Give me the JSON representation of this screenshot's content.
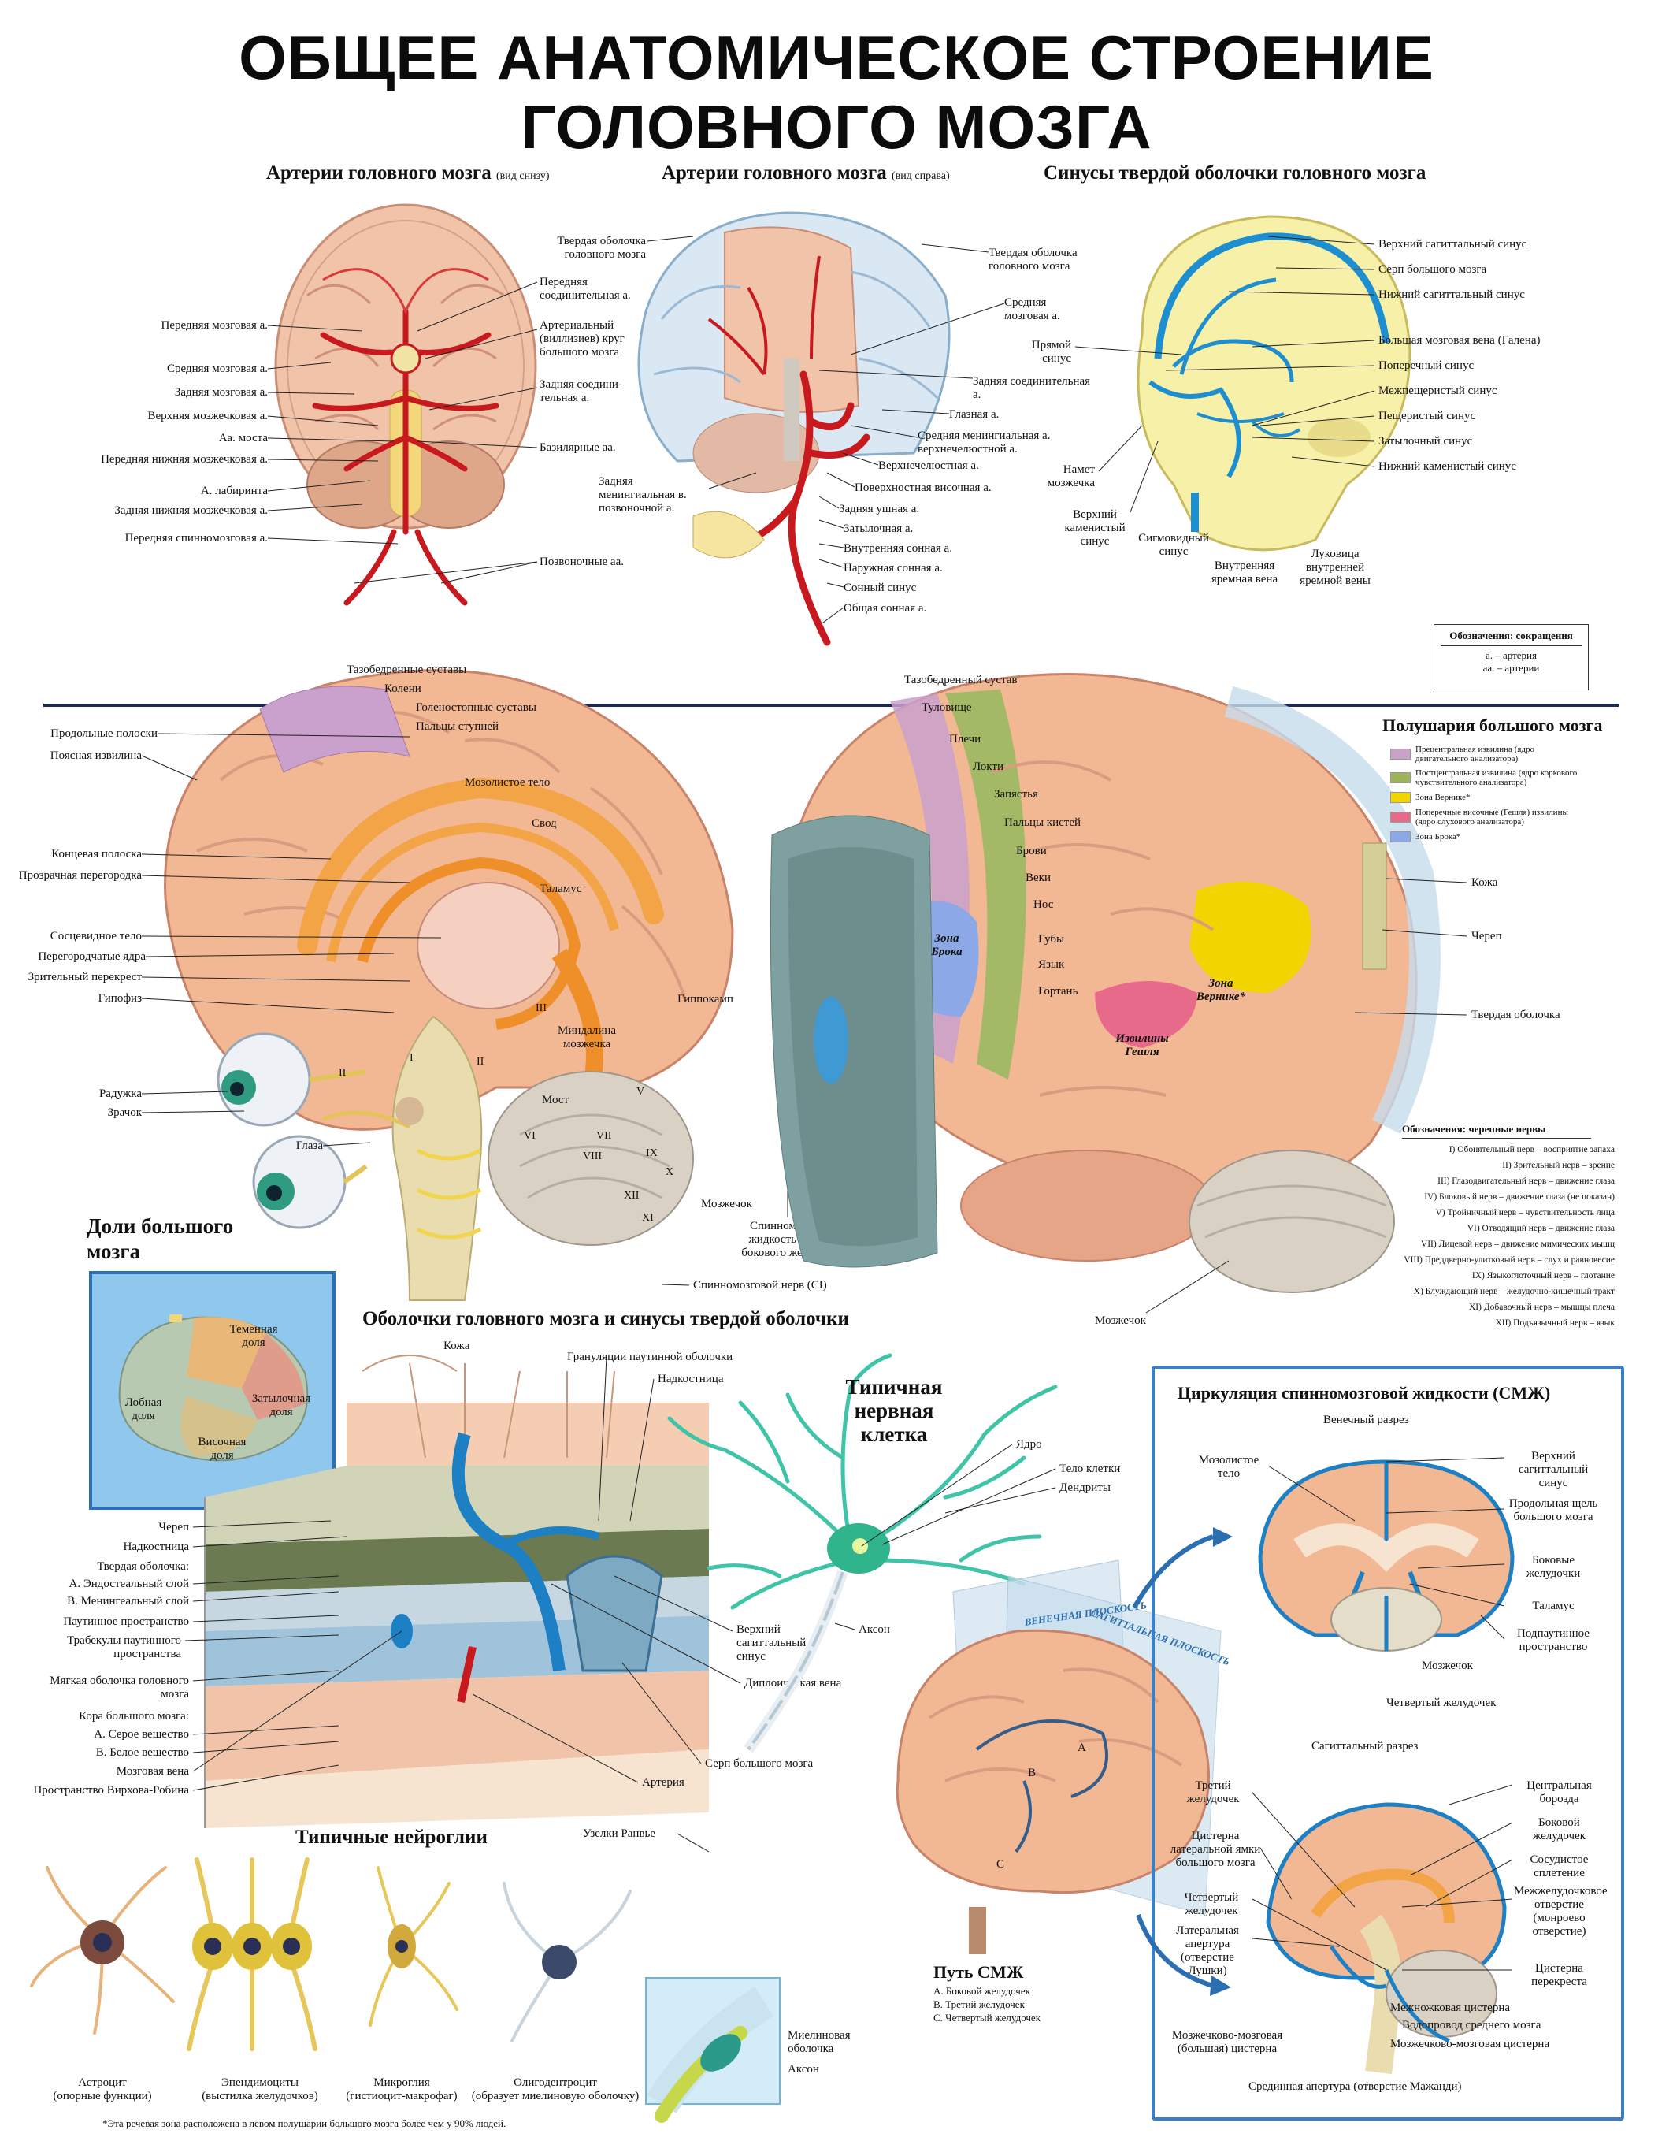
{
  "title": {
    "line1": "ОБЩЕЕ АНАТОМИЧЕСКОЕ СТРОЕНИЕ",
    "line2": "ГОЛОВНОГО МОЗГА"
  },
  "arteries_bottom": {
    "heading": "Артерии головного мозга",
    "note": "(вид снизу)",
    "labels_left": [
      "Передняя мозговая а.",
      "Средняя мозговая а.",
      "Задняя мозговая а.",
      "Верхняя мозжечковая а.",
      "Аа. моста",
      "Передняя нижняя мозжечковая а.",
      "А. лабиринта",
      "Задняя нижняя мозжечковая а.",
      "Передняя спинномозговая а."
    ],
    "labels_right": [
      "Передняя соединительная а.",
      "Артериальный (виллизиев) круг большого мозга",
      "Задняя соедини-тельная а.",
      "Базилярные аа.",
      "Позвоночные аа."
    ]
  },
  "arteries_side": {
    "heading": "Артерии головного мозга",
    "note": "(вид справа)",
    "labels": [
      "Твердая оболочка головного мозга",
      "Средняя мозговая а.",
      "Задняя соединительная а.",
      "Глазная а.",
      "Средняя менингиальная а. верхнечелюстной а.",
      "Верхнечелюстная а.",
      "Поверхностная височная а.",
      "Задняя ушная а.",
      "Затылочная а.",
      "Внутренняя сонная а.",
      "Наружная сонная а.",
      "Сонный синус",
      "Общая сонная а.",
      "Задняя менингиальная в. позвоночной а."
    ],
    "left_labels": [
      "Твердая оболочка головного мозга"
    ]
  },
  "sinuses": {
    "heading": "Синусы твердой оболочки головного мозга",
    "labels_right": [
      "Верхний сагиттальный синус",
      "Серп большого мозга",
      "Нижний сагиттальный синус",
      "Большая мозговая вена (Галена)",
      "Поперечный синус",
      "Межпещеристый синус",
      "Пещеристый синус",
      "Затылочный синус",
      "Нижний каменистый синус"
    ],
    "labels_left": [
      "Прямой синус",
      "Намет мозжечка",
      "Верхний каменистый синус",
      "Сигмовидный синус",
      "Внутренняя яремная вена",
      "Луковица внутренней яремной вены"
    ]
  },
  "abbrev": {
    "title": "Обозначения: сокращения",
    "items": [
      "а. – артерия",
      "аа. – артерии"
    ]
  },
  "medial": {
    "top_labels": [
      "Тазобедренные суставы",
      "Колени",
      "Голеностопные суставы",
      "Пальцы ступней"
    ],
    "inner_labels": [
      "Мозолистое тело",
      "Свод",
      "Таламус",
      "Гиппокамп",
      "Миндалина мозжечка",
      "Мост",
      "Мозжечок"
    ],
    "left_labels": [
      "Продольные полоски",
      "Поясная извилина",
      "Концевая полоска",
      "Прозрачная перегородка",
      "Сосцевидное тело",
      "Перегородчатые ядра",
      "Зрительный перекрест",
      "Гипофиз",
      "Радужка",
      "Зрачок",
      "Глаза"
    ],
    "nerve_nums": [
      "I",
      "II",
      "II",
      "III",
      "V",
      "VI",
      "VII",
      "VIII",
      "IX",
      "X",
      "XI",
      "XII"
    ],
    "bottom_labels": [
      "Спинномозговая жидкость внутри бокового желудочка",
      "Спинномозговой нерв (CI)"
    ]
  },
  "hemisphere": {
    "heading": "Полушария большого мозга",
    "legend": [
      {
        "color": "#c9a0c8",
        "text": "Прецентральная извилина (ядро двигательного анализатора)"
      },
      {
        "color": "#9fb35a",
        "text": "Постцентральная извилина (ядро коркового чувствительного анализатора)"
      },
      {
        "color": "#f2d400",
        "text": "Зона Вернике*"
      },
      {
        "color": "#e86a8a",
        "text": "Поперечные височные (Гешля) извилины (ядро слухового анализатора)"
      },
      {
        "color": "#8da8e6",
        "text": "Зона Брока*"
      }
    ],
    "strip_labels": [
      "Тазобедренный сустав",
      "Туловище",
      "Плечи",
      "Локти",
      "Запястья",
      "Пальцы кистей",
      "Брови",
      "Веки",
      "Нос",
      "Губы",
      "Язык",
      "Гортань"
    ],
    "zone_labels": [
      "Зона Брока",
      "Зона Вернике*",
      "Извилины Гешля"
    ],
    "right_labels": [
      "Кожа",
      "Череп",
      "Твердая оболочка"
    ],
    "bottom_label": "Мозжечок"
  },
  "nerves": {
    "title": "Обозначения: черепные нервы",
    "items": [
      "I) Обонятельный нерв – восприятие запаха",
      "II) Зрительный нерв – зрение",
      "III) Глазодвигательный нерв – движение глаза",
      "IV) Блоковый нерв – движение глаза (не показан)",
      "V) Тройничный нерв – чувствительность лица",
      "VI) Отводящий нерв – движение глаза",
      "VII) Лицевой нерв – движение мимических мышц",
      "VIII) Преддверно-улитковый нерв – слух и равновесие",
      "IX) Языкоглоточный нерв – глотание",
      "X) Блуждающий нерв – желудочно-кишечный тракт",
      "XI) Добавочный нерв – мышцы плеча",
      "XII) Подъязычный нерв – язык"
    ]
  },
  "lobes": {
    "heading": "Доли большого мозга",
    "labels": [
      "Теменная доля",
      "Лобная доля",
      "Затылочная доля",
      "Височная доля"
    ]
  },
  "meninges": {
    "heading": "Оболочки головного мозга и синусы твердой оболочки",
    "top_labels": [
      "Кожа",
      "Грануляции паутинной оболочки",
      "Надкостница"
    ],
    "left_labels": [
      "Череп",
      "Надкостница",
      "Твердая оболочка:",
      "А. Эндостеальный слой",
      "В. Менингеальный слой",
      "Паутинное пространство",
      "Трабекулы паутинного пространства",
      "Мягкая оболочка головного мозга",
      "Кора большого мозга:",
      "А. Серое вещество",
      "В. Белое вещество",
      "Мозговая вена",
      "Пространство Вирхова-Робина"
    ],
    "right_labels": [
      "Верхний сагиттальный синус",
      "Диплоическая вена",
      "Серп большого мозга",
      "Артерия"
    ]
  },
  "neuron": {
    "heading": "Типичная нервная клетка",
    "labels": [
      "Ядро",
      "Тело клетки",
      "Дендриты",
      "Аксон",
      "Узелки Ранвье",
      "Миелиновая оболочка",
      "Аксон"
    ]
  },
  "glia": {
    "heading": "Типичные нейроглии",
    "cells": [
      {
        "name": "Астроцит",
        "sub": "(опорные функции)"
      },
      {
        "name": "Эпендимоциты",
        "sub": "(выстилка желудочков)"
      },
      {
        "name": "Микроглия",
        "sub": "(гистиоцит-макрофаг)"
      },
      {
        "name": "Олигодентроцит",
        "sub": "(образует миелиновую оболочку)"
      }
    ],
    "footnote": "*Эта речевая зона расположена в левом полушарии большого мозга более чем у 90% людей."
  },
  "csf_path": {
    "heading": "Путь СМЖ",
    "items": [
      "A. Боковой желудочек",
      "B. Третий желудочек",
      "C. Четвертый желудочек"
    ],
    "plane_labels": [
      "ВЕНЕЧНАЯ ПЛОСКОСТЬ",
      "САГИТТАЛЬНАЯ ПЛОСКОСТЬ"
    ],
    "letters": [
      "A",
      "B",
      "C"
    ]
  },
  "csf": {
    "heading": "Циркуляция спинномозговой жидкости (СМЖ)",
    "coronal": {
      "title": "Венечный разрез",
      "left": [
        "Мозолистое тело"
      ],
      "right": [
        "Верхний сагиттальный синус",
        "Продольная щель большого мозга",
        "Боковые желудочки",
        "Таламус",
        "Подпаутинное пространство",
        "Мозжечок",
        "Четвертый желудочек"
      ]
    },
    "sagittal": {
      "title": "Сагиттальный разрез",
      "left": [
        "Третий желудочек",
        "Цистерна латеральной ямки большого мозга",
        "Четвертый желудочек",
        "Латеральная апертура (отверстие Лушки)",
        "Мозжечково-мозговая (большая) цистерна"
      ],
      "right": [
        "Центральная борозда",
        "Боковой желудочек",
        "Сосудистое сплетение",
        "Межжелудочковое отверстие (монроево отверстие)",
        "Цистерна перекреста",
        "Межножковая цистерна",
        "Водопровод среднего мозга",
        "Мозжечково-мозговая цистерна"
      ],
      "bottom": "Срединная апертура (отверстие Мажанди)"
    }
  }
}
